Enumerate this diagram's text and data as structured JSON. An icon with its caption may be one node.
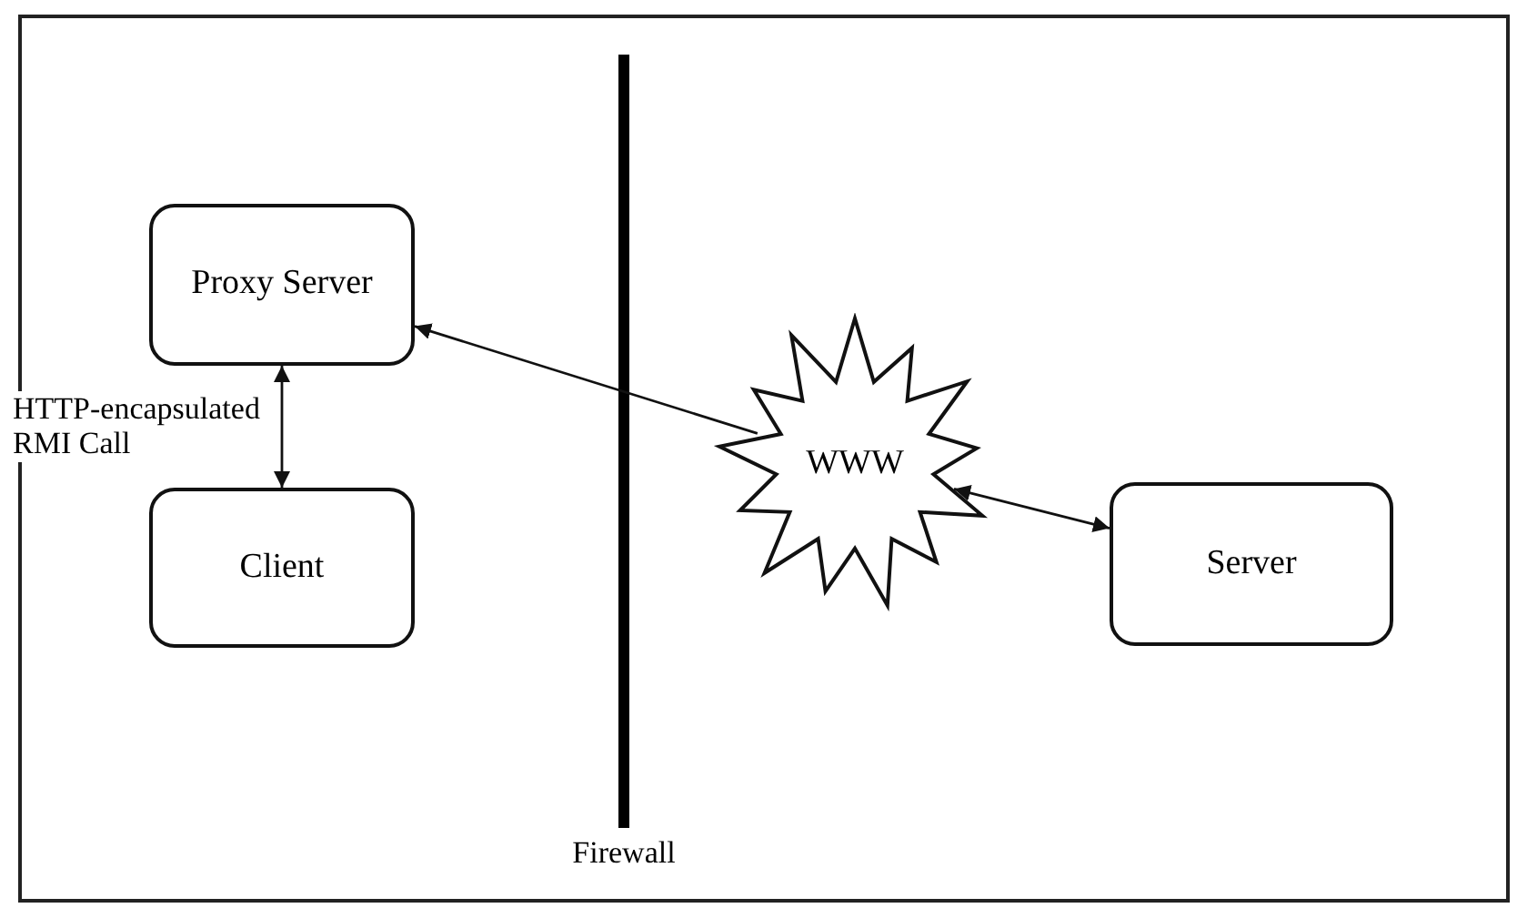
{
  "diagram": {
    "nodes": [
      {
        "text": [
          "Proxy Server"
        ]
      },
      {
        "text": [
          "Client"
        ]
      },
      {
        "text": [
          "WWW"
        ]
      },
      {
        "text": [
          "Server"
        ]
      }
    ],
    "edges": [
      {
        "from": 0,
        "to": 1,
        "arrow": "both",
        "label": "HTTP-encapsulated RMI Call"
      },
      {
        "from": 2,
        "to": 0,
        "arrow": "to"
      },
      {
        "from": 2,
        "to": 3,
        "arrow": "both"
      }
    ],
    "labels": [
      "Firewall"
    ]
  }
}
